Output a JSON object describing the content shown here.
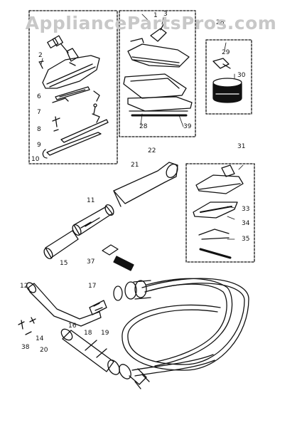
{
  "watermark": "AppliancePartsPros.com",
  "labels": {
    "l1": "1",
    "l2": "2",
    "l3": "3",
    "l6": "6",
    "l7": "7",
    "l8": "8",
    "l9": "9",
    "l10": "10",
    "l11": "11",
    "l12": "12",
    "l14": "14",
    "l15": "15",
    "l16": "16",
    "l17": "17",
    "l18": "18",
    "l19": "19",
    "l20": "20",
    "l21": "21",
    "l22": "22",
    "l28": "28",
    "l29": "29",
    "l30": "30",
    "l31": "31",
    "l33": "33",
    "l34": "34",
    "l35": "35",
    "l37": "37",
    "l38": "38",
    "l39": "39"
  }
}
